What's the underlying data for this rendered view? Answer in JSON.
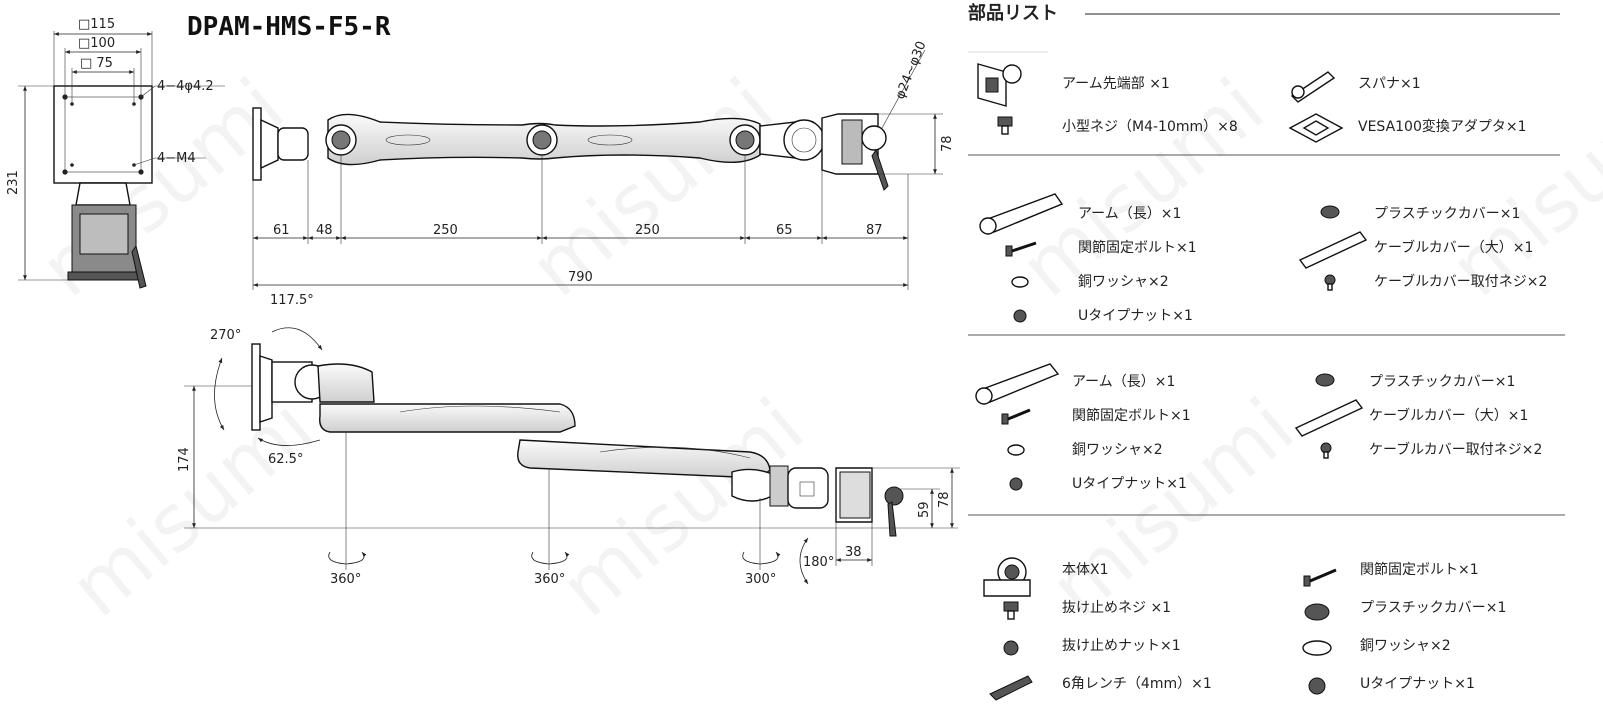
{
  "drawing": {
    "model": "DPAM-HMS-F5-R",
    "watermark": "misumi",
    "vesa_plate": {
      "sizes": [
        "□115",
        "□100",
        "□ 75"
      ],
      "hole_note": "4−4φ4.2",
      "screw_note": "4−M4",
      "height": "231"
    },
    "top_view": {
      "clamp_range": "φ24∼φ30",
      "clamp_height": "78",
      "segments": [
        "61",
        "48",
        "250",
        "250",
        "65",
        "87"
      ],
      "total_length": "790"
    },
    "side_view": {
      "tilt_up": "117.5°",
      "rotate": "270°",
      "tilt_down": "62.5°",
      "height": "174",
      "clamp_inner": "59",
      "clamp_height": "78",
      "clamp_depth": "38",
      "clamp_swing": "180°",
      "swivels": [
        "360°",
        "360°",
        "300°"
      ]
    }
  },
  "parts_list": {
    "title": "部品リスト",
    "groups": [
      {
        "left": [
          "アーム先端部 ×1",
          "小型ネジ（M4-10mm）×8"
        ],
        "right": [
          "スパナ×1",
          "VESA100変換アダプタ×1"
        ]
      },
      {
        "left": [
          "アーム（長）×1",
          "関節固定ボルト×1",
          "銅ワッシャ×2",
          "Uタイプナット×1"
        ],
        "right": [
          "プラスチックカバー×1",
          "ケーブルカバー（大）×1",
          "ケーブルカバー取付ネジ×2"
        ]
      },
      {
        "left": [
          "アーム（長）×1",
          "関節固定ボルト×1",
          "銅ワッシャ×2",
          "Uタイプナット×1"
        ],
        "right": [
          "プラスチックカバー×1",
          "ケーブルカバー（大）×1",
          "ケーブルカバー取付ネジ×2"
        ]
      },
      {
        "left": [
          "本体X1",
          "抜け止めネジ ×1",
          "抜け止めナット×1",
          "6角レンチ（4mm）×1"
        ],
        "right": [
          "関節固定ボルト×1",
          "プラスチックカバー×1",
          "銅ワッシャ×2",
          "Uタイプナット×1"
        ]
      }
    ]
  }
}
